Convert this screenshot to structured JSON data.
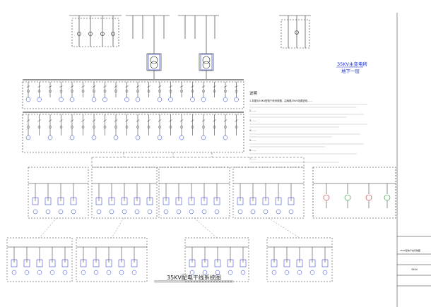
{
  "title_block": {
    "station_name": "35KV主变电所",
    "station_floor": "地下一层"
  },
  "notes": {
    "heading": "说明",
    "lines": [
      "1.本图为35KV配电干线系统图，由两路35KV电源进线……",
      "2.……",
      "3.……",
      "4.……",
      "5.……",
      "6.……",
      "7.……"
    ]
  },
  "diagram_title": "35KV配电干线系统图",
  "right_sheet": {
    "label": "35KV配电干线系统图",
    "code": "35KV"
  },
  "colors": {
    "line": "#222222",
    "blue": "#1a2fd0",
    "red": "#c0262d",
    "green": "#1a8a2a",
    "dash": "#555555"
  }
}
